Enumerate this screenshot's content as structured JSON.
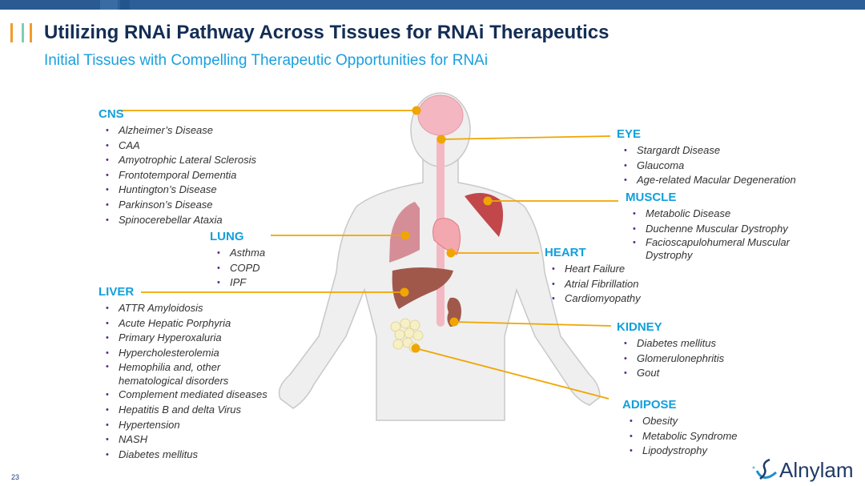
{
  "header": {
    "title": "Utilizing RNAi Pathway Across Tissues for RNAi Therapeutics",
    "subtitle": "Initial Tissues with Compelling Therapeutic Opportunities for RNAi"
  },
  "colors": {
    "accent_line": "#f0a500",
    "heading": "#12a0dc",
    "title": "#132d55",
    "bar": "#2c5f98"
  },
  "tissues": {
    "cns": {
      "label": "CNS",
      "items": [
        "Alzheimer’s Disease",
        "CAA",
        "Amyotrophic Lateral Sclerosis",
        "Frontotemporal Dementia",
        "Huntington’s Disease",
        "Parkinson’s Disease",
        "Spinocerebellar Ataxia"
      ]
    },
    "eye": {
      "label": "EYE",
      "items": [
        "Stargardt Disease",
        "Glaucoma",
        "Age-related Macular Degeneration"
      ]
    },
    "muscle": {
      "label": "MUSCLE",
      "items": [
        "Metabolic Disease",
        "Duchenne Muscular Dystrophy",
        "Facioscapulohumeral Muscular Dystrophy"
      ]
    },
    "lung": {
      "label": "LUNG",
      "items": [
        "Asthma",
        "COPD",
        "IPF"
      ]
    },
    "heart": {
      "label": "HEART",
      "items": [
        "Heart Failure",
        "Atrial Fibrillation",
        "Cardiomyopathy"
      ]
    },
    "liver": {
      "label": "LIVER",
      "items": [
        "ATTR Amyloidosis",
        "Acute Hepatic Porphyria",
        "Primary Hyperoxaluria",
        "Hypercholesterolemia",
        "Hemophilia and, other hematological disorders",
        "Complement mediated diseases",
        "Hepatitis B and delta Virus",
        "Hypertension",
        "NASH",
        "Diabetes mellitus"
      ]
    },
    "kidney": {
      "label": "KIDNEY",
      "items": [
        "Diabetes mellitus",
        "Glomerulonephritis",
        "Gout"
      ]
    },
    "adipose": {
      "label": "ADIPOSE",
      "items": [
        "Obesity",
        "Metabolic Syndrome",
        "Lipodystrophy"
      ]
    }
  },
  "footer": {
    "page_number": "23",
    "logo_text": "Alnylam"
  }
}
